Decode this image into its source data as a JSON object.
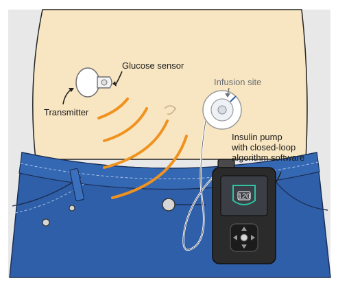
{
  "labels": {
    "glucose_sensor": "Glucose sensor",
    "transmitter": "Transmitter",
    "infusion_site": "Infusion site",
    "pump_line1": "Insulin pump",
    "pump_line2": "with closed-loop",
    "pump_line3": "algorithm software"
  },
  "pump": {
    "screen_value": "120"
  },
  "colors": {
    "skin": "#f8e6c2",
    "jeans": "#2f5fa8",
    "jeans_dark": "#214a8a",
    "signal": "#f0921e",
    "pump_body": "#2b2b2b",
    "screen_accent": "#2ec4a4"
  }
}
